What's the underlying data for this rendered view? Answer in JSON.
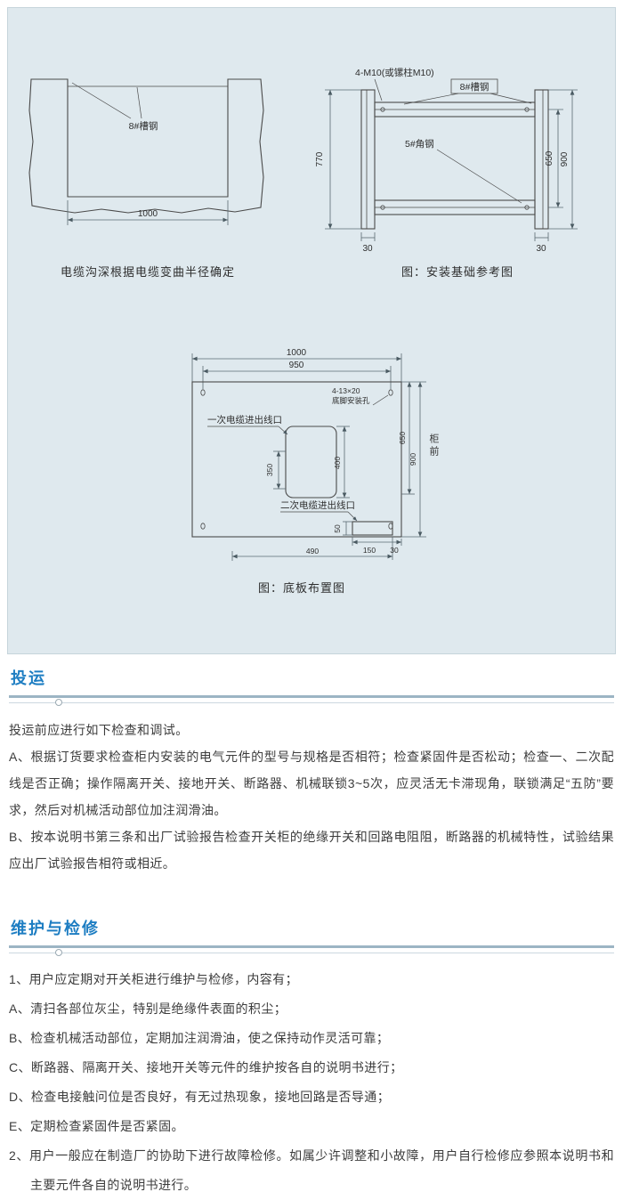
{
  "panel": {
    "trench": {
      "channel_label": "8#槽钢",
      "dim_width": "1000",
      "caption": "电缆沟深根据电缆变曲半径确定"
    },
    "foundation": {
      "bolt_label": "4-M10(或镙柱M10)",
      "channel_label": "8#槽钢",
      "angle_label": "5#角钢",
      "dim_height": "770",
      "dim_inner": "650",
      "dim_outer": "900",
      "dim_left": "30",
      "dim_right": "30",
      "caption": "图：安装基础参考图"
    },
    "plate": {
      "dim_outer_width": "1000",
      "dim_inner_width": "950",
      "holes_label_1": "4-13×20",
      "holes_label_2": "底脚安装孔",
      "primary_label": "一次电缆进出线口",
      "dim_primary_height": "400",
      "dim_primary_width": "350",
      "front_label": "柜前",
      "dim_right_inner": "650",
      "dim_right_outer": "900",
      "secondary_label": "二次电缆进出线口",
      "dim_secondary_height": "50",
      "dim_secondary_width": "150",
      "dim_secondary_edge": "30",
      "dim_secondary_offset": "490",
      "caption": "图：底板布置图"
    }
  },
  "sections": [
    {
      "title": "投运",
      "paragraphs": [
        "投运前应进行如下检查和调试。",
        "A、根据订货要求检查柜内安装的电气元件的型号与规格是否相符；检查紧固件是否松动；检查一、二次配线是否正确；操作隔离开关、接地开关、断路器、机械联锁3~5次，应灵活无卡滞现角，联锁满足“五防”要求，然后对机械活动部位加注润滑油。",
        "B、按本说明书第三条和出厂试验报告检查开关柜的绝缘开关和回路电阻阻，断路器的机械特性，试验结果应出厂试验报告相符或相近。"
      ]
    },
    {
      "title": "维护与检修",
      "paragraphs": [
        "1、用户应定期对开关柜进行维护与检修，内容有；",
        "A、清扫各部位灰尘，特别是绝缘件表面的积尘；",
        "B、检查机械活动部位，定期加注润滑油，使之保持动作灵活可靠；",
        "C、断路器、隔离开关、接地开关等元件的维护按各自的说明书进行；",
        "D、检查电接触问位是否良好，有无过热现象，接地回路是否导通；",
        "E、定期检查紧固件是否紧固。",
        "2、用户一般应在制造厂的协助下进行故障检修。如属少许调整和小故障，用户自行检修应参照本说明书和主要元件各自的说明书进行。"
      ]
    }
  ]
}
